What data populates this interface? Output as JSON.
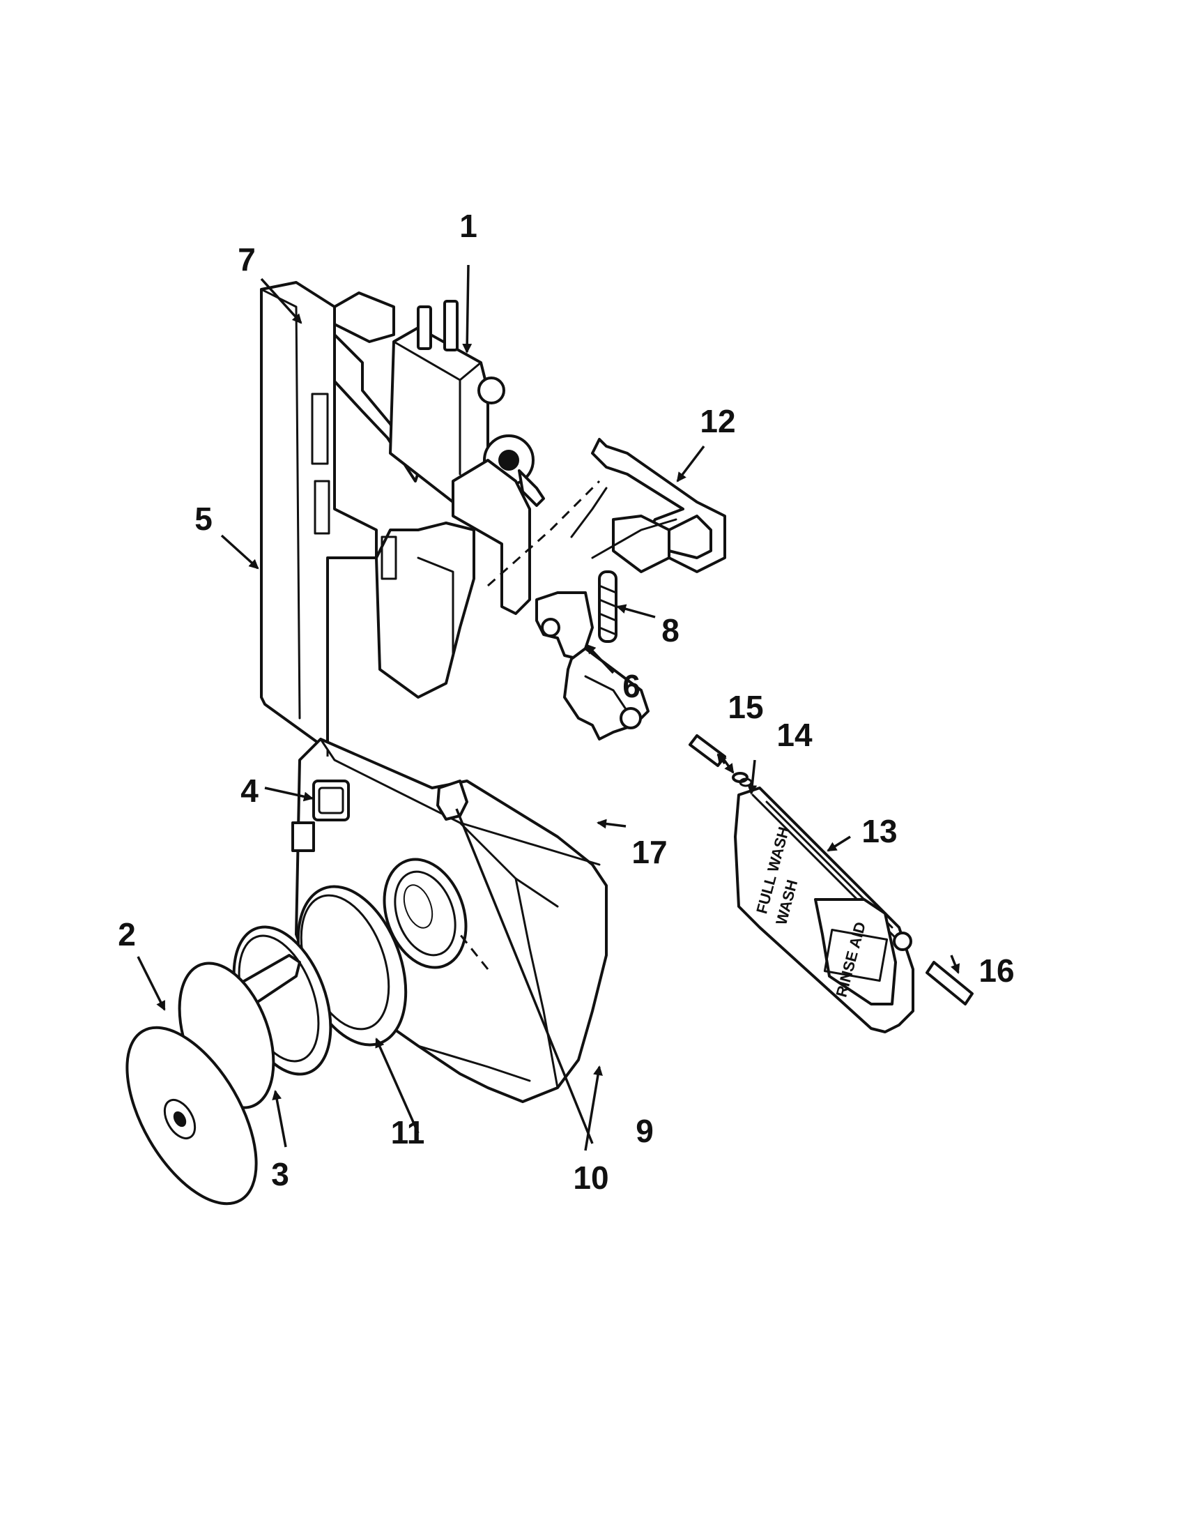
{
  "diagram": {
    "callouts": [
      "1",
      "2",
      "3",
      "4",
      "5",
      "6",
      "7",
      "8",
      "9",
      "10",
      "11",
      "12",
      "13",
      "14",
      "15",
      "16",
      "17"
    ],
    "decal_text": [
      "RINSE AID",
      "FULL WASH",
      "WASH"
    ]
  },
  "colors": {
    "ink": "#111111",
    "paper": "#ffffff"
  }
}
